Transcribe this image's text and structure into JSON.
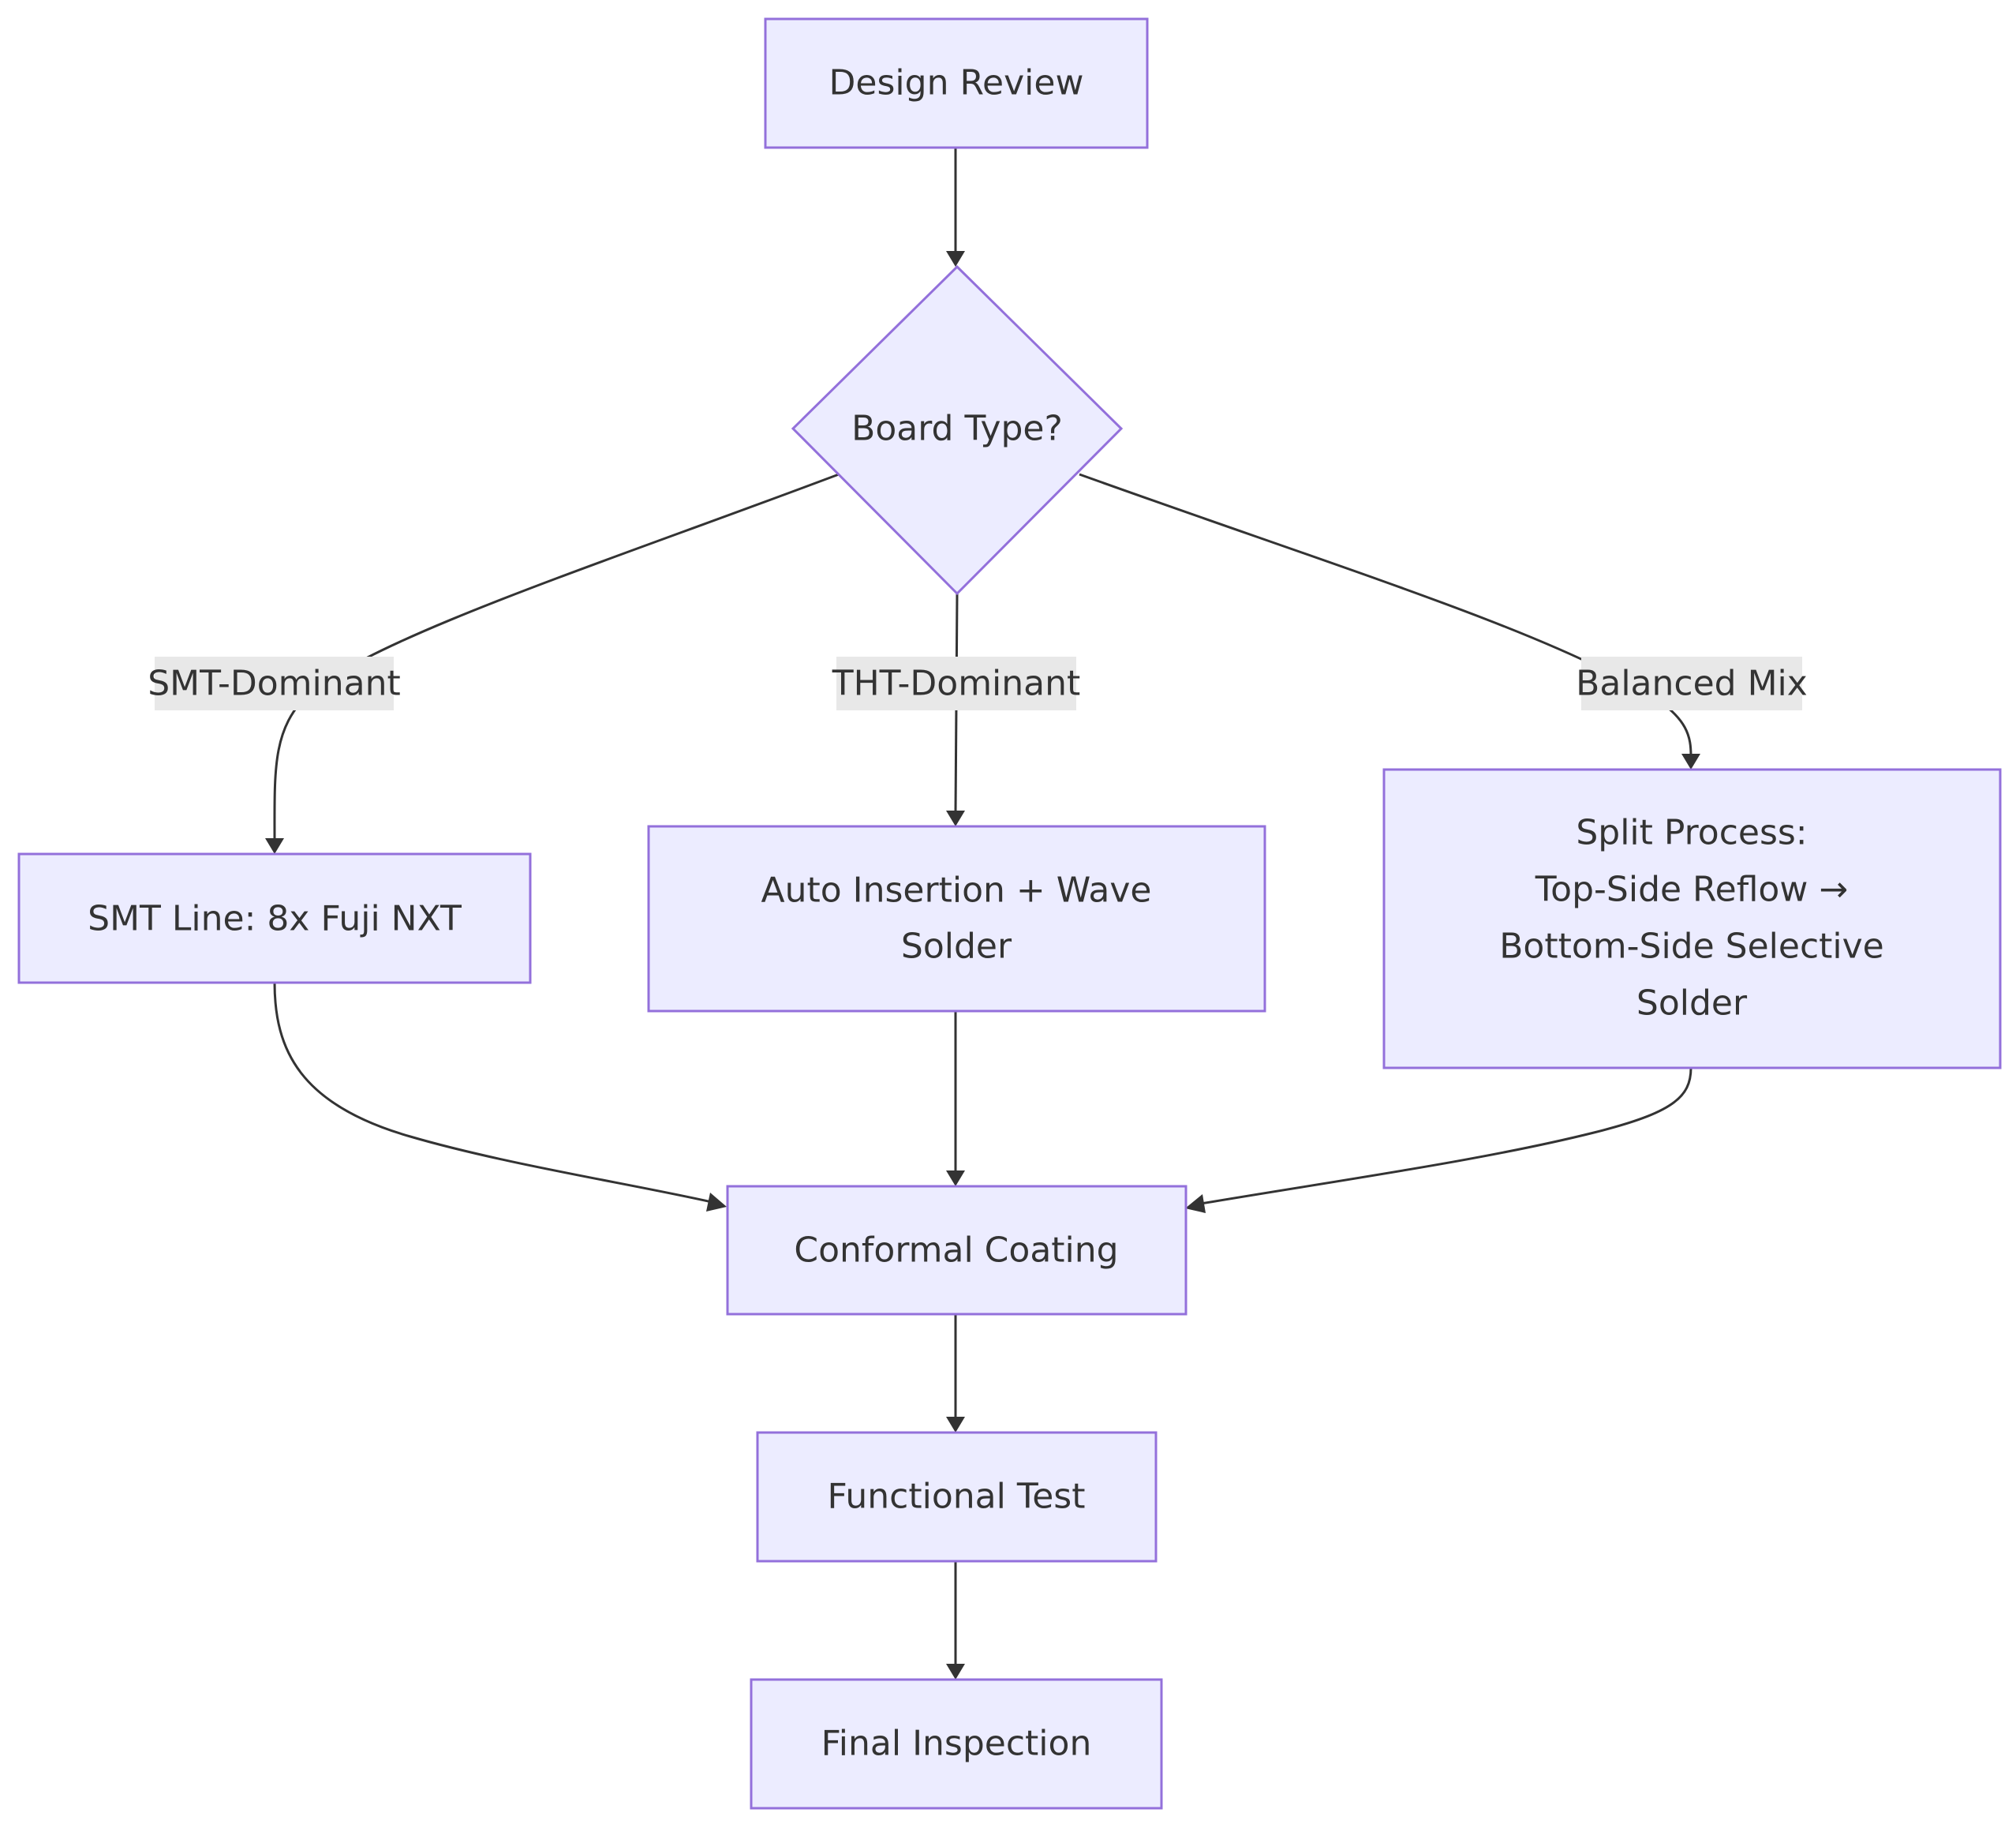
{
  "nodes": {
    "design_review": {
      "label": "Design Review"
    },
    "board_type": {
      "label": "Board Type?"
    },
    "smt_line": {
      "label": "SMT Line: 8x Fuji NXT"
    },
    "auto_insertion": {
      "lines": [
        "Auto Insertion + Wave",
        "Solder"
      ]
    },
    "split_process": {
      "lines": [
        "Split Process:",
        "Top-Side Reflow →",
        "Bottom-Side Selective",
        "Solder"
      ]
    },
    "conformal_coating": {
      "label": "Conformal Coating"
    },
    "functional_test": {
      "label": "Functional Test"
    },
    "final_inspection": {
      "label": "Final Inspection"
    }
  },
  "edge_labels": {
    "smt_dominant": "SMT-Dominant",
    "tht_dominant": "THT-Dominant",
    "balanced_mix": "Balanced Mix"
  },
  "colors": {
    "node_fill": "#ececff",
    "node_stroke": "#9370db",
    "edge": "#333333",
    "edge_label_bg": "#e8e8e8",
    "text": "#333333"
  }
}
